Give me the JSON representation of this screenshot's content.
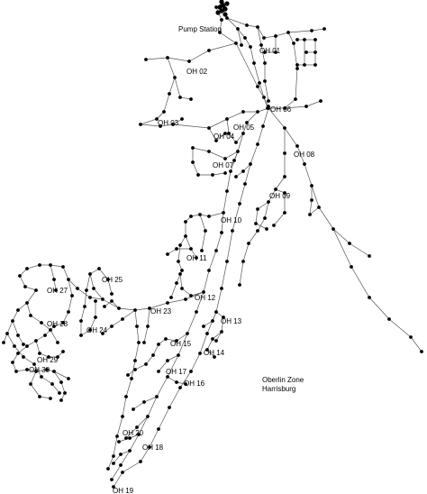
{
  "map": {
    "pump_station_label": "Pump Station",
    "zone_line1": "Oberlin Zone",
    "zone_line2": "Harrisburg",
    "line_color": "#555555",
    "node_color": "#000000",
    "node_labels": [
      {
        "id": "OH 01"
      },
      {
        "id": "OH 02"
      },
      {
        "id": "OH 03"
      },
      {
        "id": "OH 04"
      },
      {
        "id": "OH 05"
      },
      {
        "id": "OH 06"
      },
      {
        "id": "OH 07"
      },
      {
        "id": "OH 08"
      },
      {
        "id": "OH 09"
      },
      {
        "id": "OH 10"
      },
      {
        "id": "OH 11"
      },
      {
        "id": "OH 12"
      },
      {
        "id": "OH 13"
      },
      {
        "id": "OH 14"
      },
      {
        "id": "OH 15"
      },
      {
        "id": "OH 16"
      },
      {
        "id": "OH 17"
      },
      {
        "id": "OH 18"
      },
      {
        "id": "OH 19"
      },
      {
        "id": "OH 20"
      },
      {
        "id": "OH 23"
      },
      {
        "id": "OH 24"
      },
      {
        "id": "OH 25"
      },
      {
        "id": "OH 27"
      },
      {
        "id": "OH 28"
      },
      {
        "id": "OH 29"
      },
      {
        "id": "OH 30"
      }
    ]
  }
}
